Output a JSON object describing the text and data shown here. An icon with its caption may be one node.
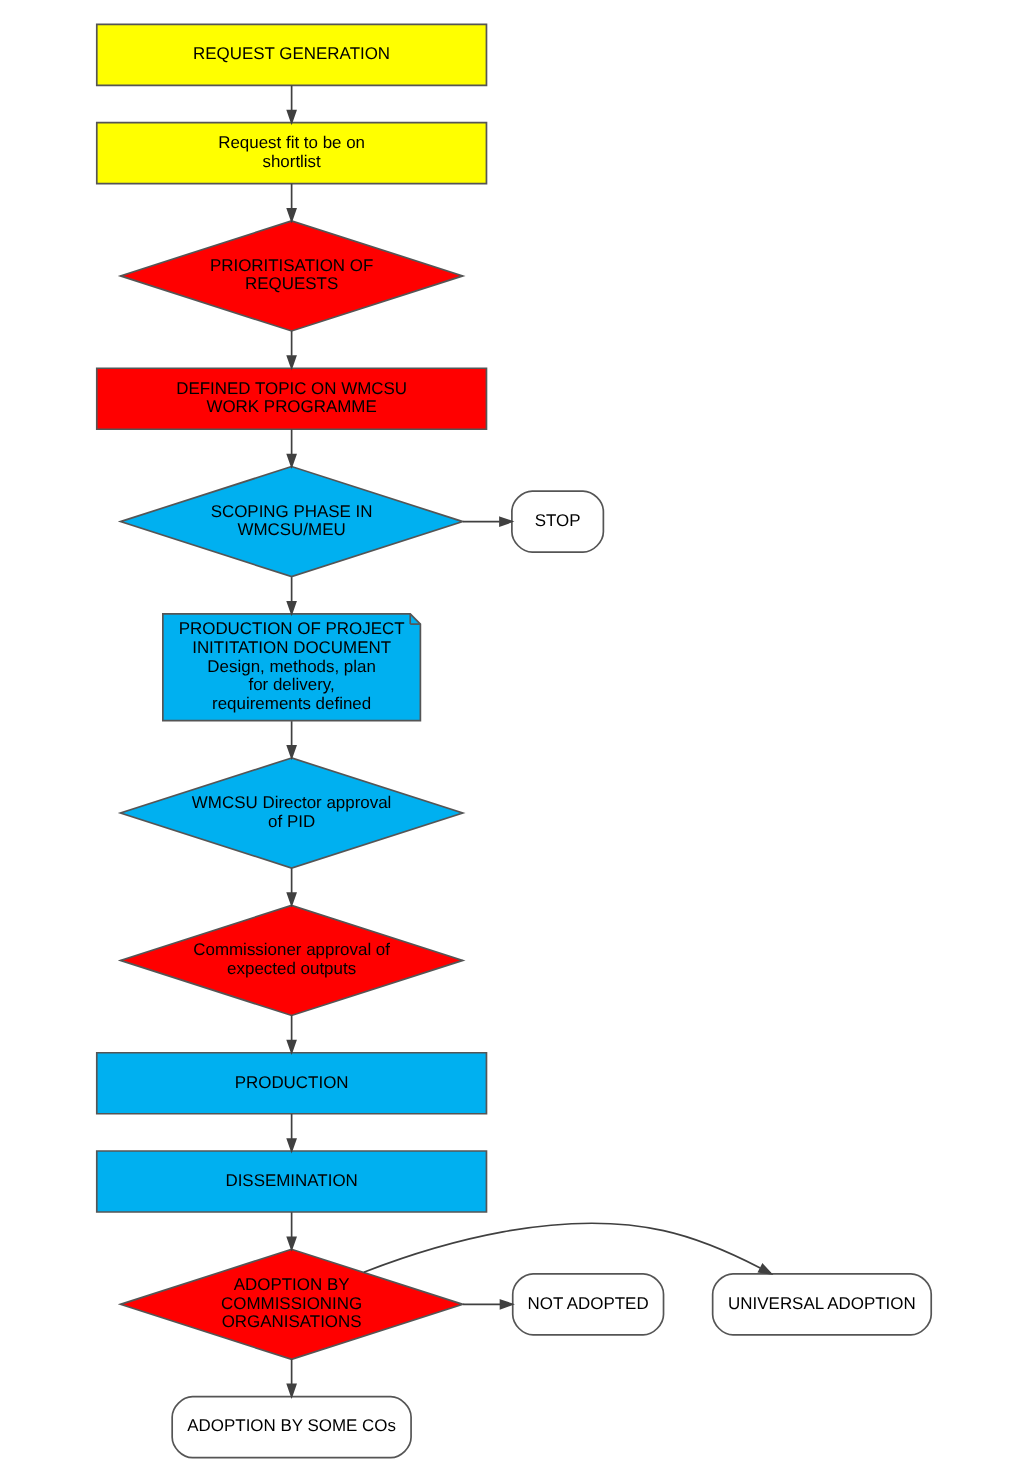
{
  "diagram": {
    "nodes": [
      {
        "text": [
          "REQUEST GENERATION"
        ]
      },
      {
        "text": [
          "Request fit to be on shortlist"
        ]
      },
      {
        "text": [
          "PRIORITISATION OF REQUESTS"
        ]
      },
      {
        "text": [
          "DEFINED TOPIC ON WMCSU WORK PROGRAMME"
        ]
      },
      {
        "text": [
          "SCOPING PHASE IN WMCSU/MEU"
        ]
      },
      {
        "text": [
          "STOP"
        ]
      },
      {
        "text": [
          "PRODUCTION OF PROJECT INITITATION DOCUMENT",
          "Design, methods, plan for delivery, requirements defined"
        ]
      },
      {
        "text": [
          "WMCSU Director approval of PID"
        ]
      },
      {
        "text": [
          "Commissioner approval of expected outputs"
        ]
      },
      {
        "text": [
          "PRODUCTION"
        ]
      },
      {
        "text": [
          "DISSEMINATION"
        ]
      },
      {
        "text": [
          "ADOPTION BY COMMISSIONING ORGANISATIONS"
        ]
      },
      {
        "text": [
          "UNIVERSAL ADOPTION"
        ]
      },
      {
        "text": [
          "NOT ADOPTED"
        ]
      },
      {
        "text": [
          "ADOPTION BY SOME COs"
        ]
      }
    ],
    "edges": [
      {
        "from": 0,
        "to": 1,
        "arrow": "to"
      },
      {
        "from": 1,
        "to": 2,
        "arrow": "to"
      },
      {
        "from": 2,
        "to": 3,
        "arrow": "to"
      },
      {
        "from": 3,
        "to": 4,
        "arrow": "to"
      },
      {
        "from": 4,
        "to": 5,
        "arrow": "to"
      },
      {
        "from": 4,
        "to": 6,
        "arrow": "to"
      },
      {
        "from": 6,
        "to": 7,
        "arrow": "to"
      },
      {
        "from": 7,
        "to": 8,
        "arrow": "to"
      },
      {
        "from": 8,
        "to": 9,
        "arrow": "to"
      },
      {
        "from": 9,
        "to": 10,
        "arrow": "to"
      },
      {
        "from": 10,
        "to": 11,
        "arrow": "to"
      },
      {
        "from": 11,
        "to": 12,
        "arrow": "to"
      },
      {
        "from": 11,
        "to": 13,
        "arrow": "to"
      },
      {
        "from": 11,
        "to": 14,
        "arrow": "to"
      }
    ]
  }
}
